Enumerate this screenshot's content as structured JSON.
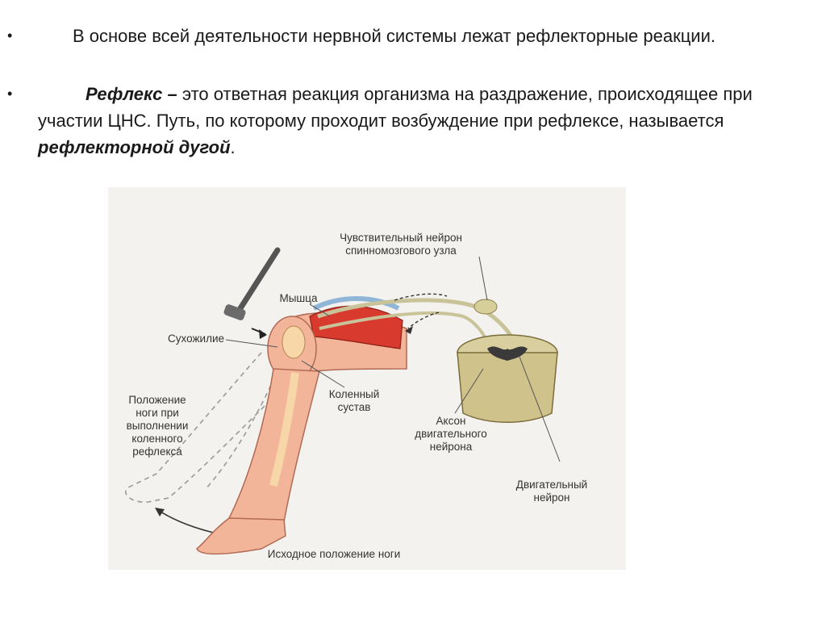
{
  "bullets": [
    {
      "text": "В основе всей деятельности нервной системы лежат рефлекторные реакции."
    },
    {
      "term": "Рефлекс –",
      "text1": " это ответная реакция организма на раздражение, происходящее при участии ЦНС. Путь, по которому проходит возбуждение при рефлексе, называется ",
      "term2": "рефлекторной дугой",
      "text2": "."
    }
  ],
  "bullet_symbol": "•",
  "diagram": {
    "labels": {
      "sensory_neuron": "Чувствительный нейрон\nспинномозгового узла",
      "muscle": "Мышца",
      "tendon": "Сухожилие",
      "knee_joint": "Коленный\nсустав",
      "reflex_position": "Положение\nноги при\nвыполнении\nколенного\nрефлекса",
      "motor_axon": "Аксон\nдвигательного\nнейрона",
      "motor_neuron": "Двигательный\nнейрон",
      "initial_position": "Исходное положение ноги"
    },
    "colors": {
      "background": "#f4f2ef",
      "skin": "#f3b59a",
      "muscle": "#d83a2e",
      "nerve": "#c9c39a",
      "spinal_cord": "#cfc28a"
    }
  }
}
